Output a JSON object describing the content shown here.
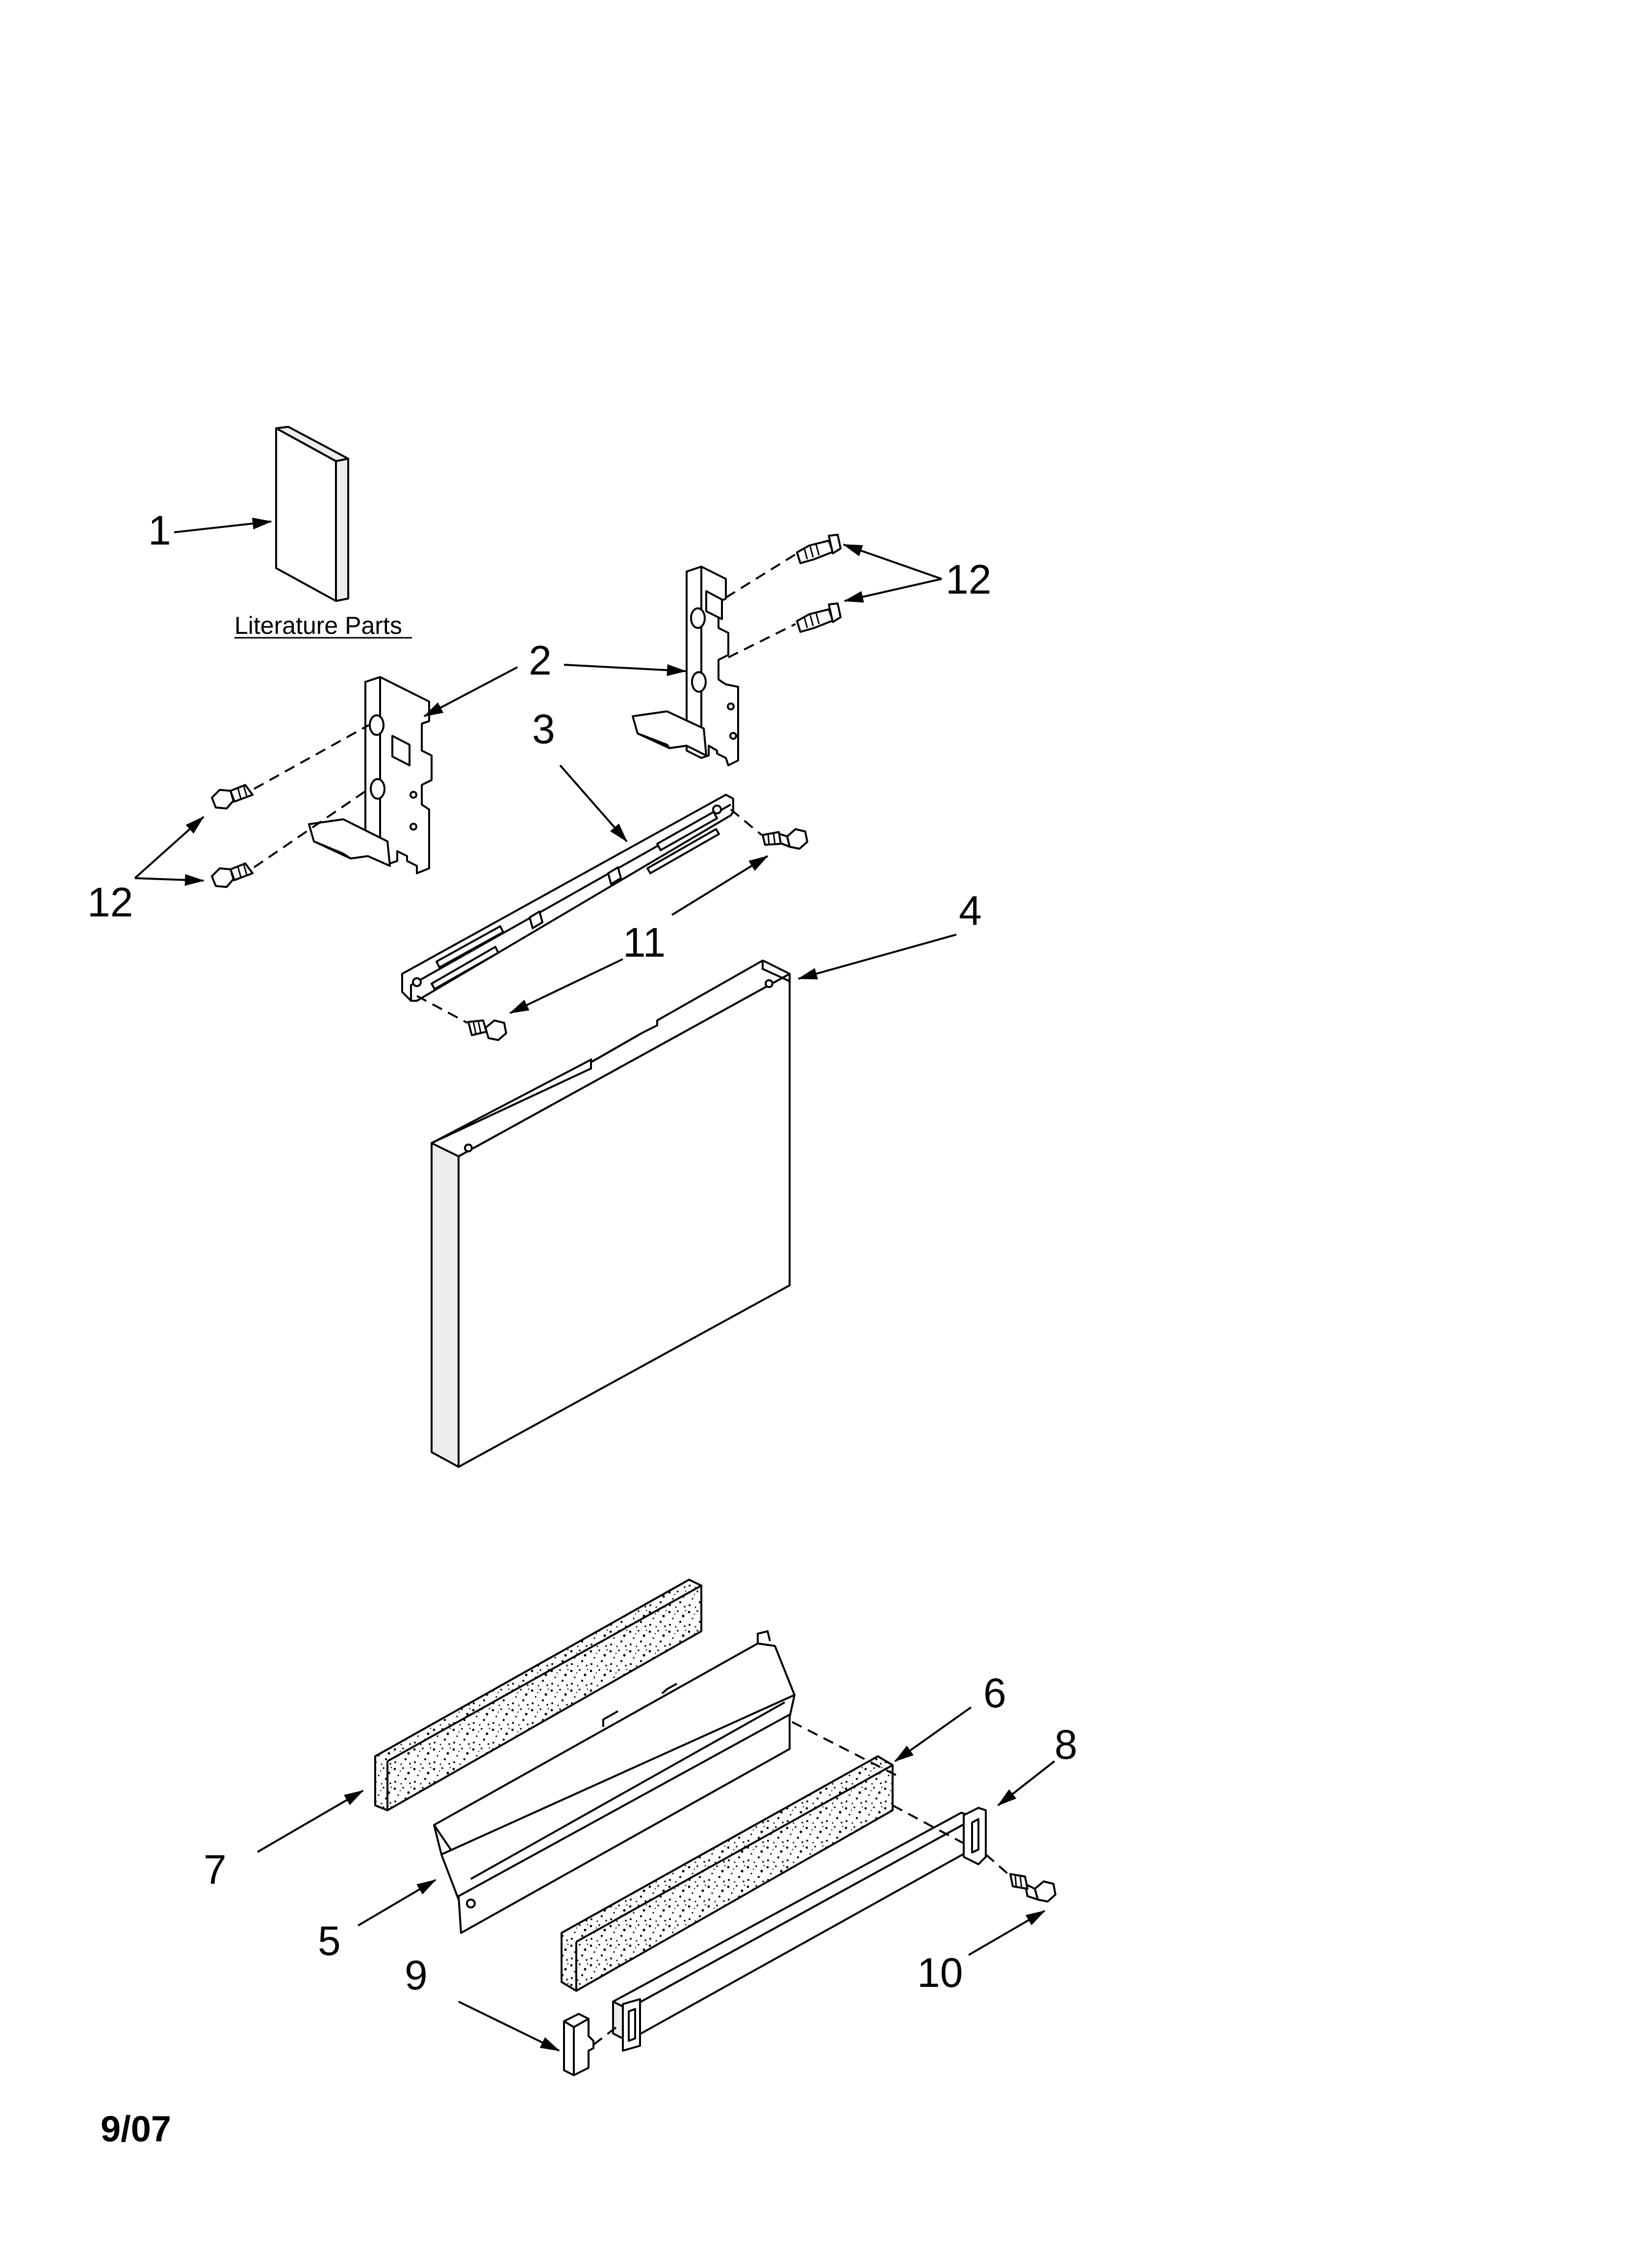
{
  "diagram": {
    "callouts": {
      "c1": "1",
      "c2": "2",
      "c3": "3",
      "c4": "4",
      "c5": "5",
      "c6": "6",
      "c7": "7",
      "c8": "8",
      "c9": "9",
      "c10": "10",
      "c11": "11",
      "c12_right": "12",
      "c12_left": "12"
    },
    "literature_label": "Literature Parts",
    "date_code": "9/07"
  }
}
